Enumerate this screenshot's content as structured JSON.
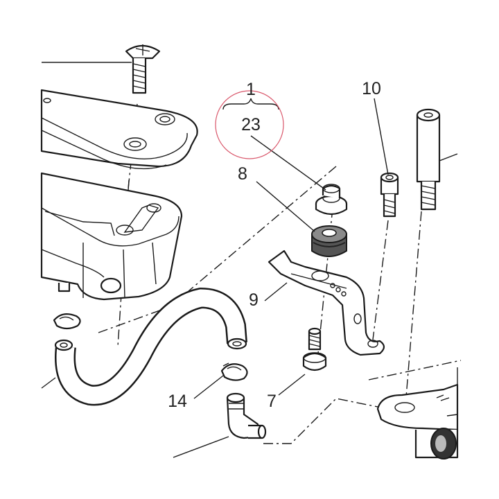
{
  "callouts": {
    "c1": "1",
    "c23": "23",
    "c10": "10",
    "c8": "8",
    "c9": "9",
    "c7": "7",
    "c14": "14"
  },
  "colors": {
    "line": "#1a1a1a",
    "highlight_circle": "#d9566a",
    "shade": "#cfcfcf"
  }
}
